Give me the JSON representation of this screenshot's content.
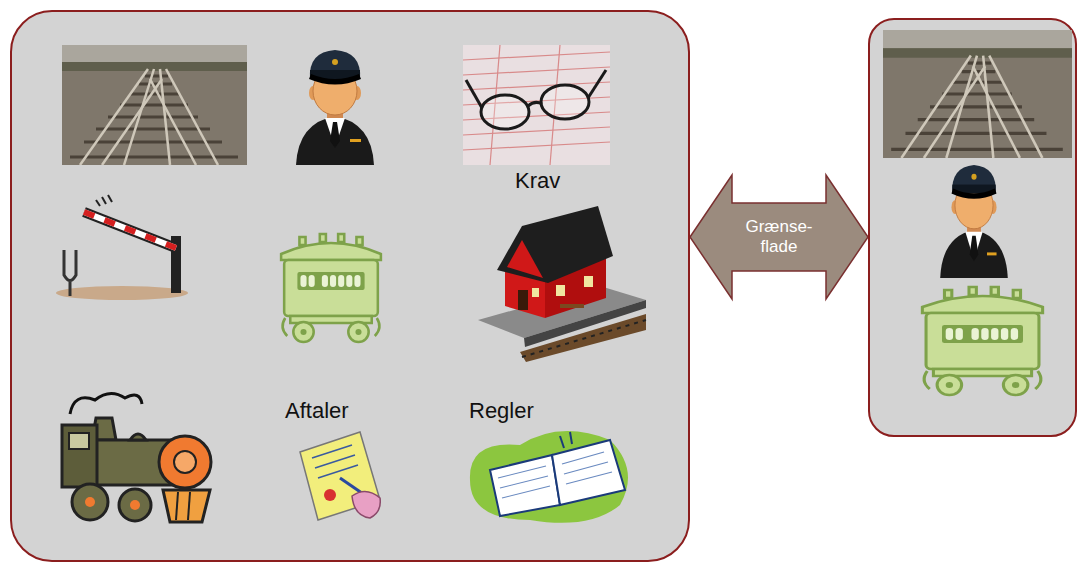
{
  "diagram": {
    "nodes": [
      {
        "text": [
          "Krav",
          "Aftaler",
          "Regler"
        ]
      },
      {
        "text": []
      }
    ],
    "edges": [
      {
        "from": 0,
        "to": 1,
        "label": "Grænse- flade",
        "arrow": "both"
      }
    ]
  }
}
